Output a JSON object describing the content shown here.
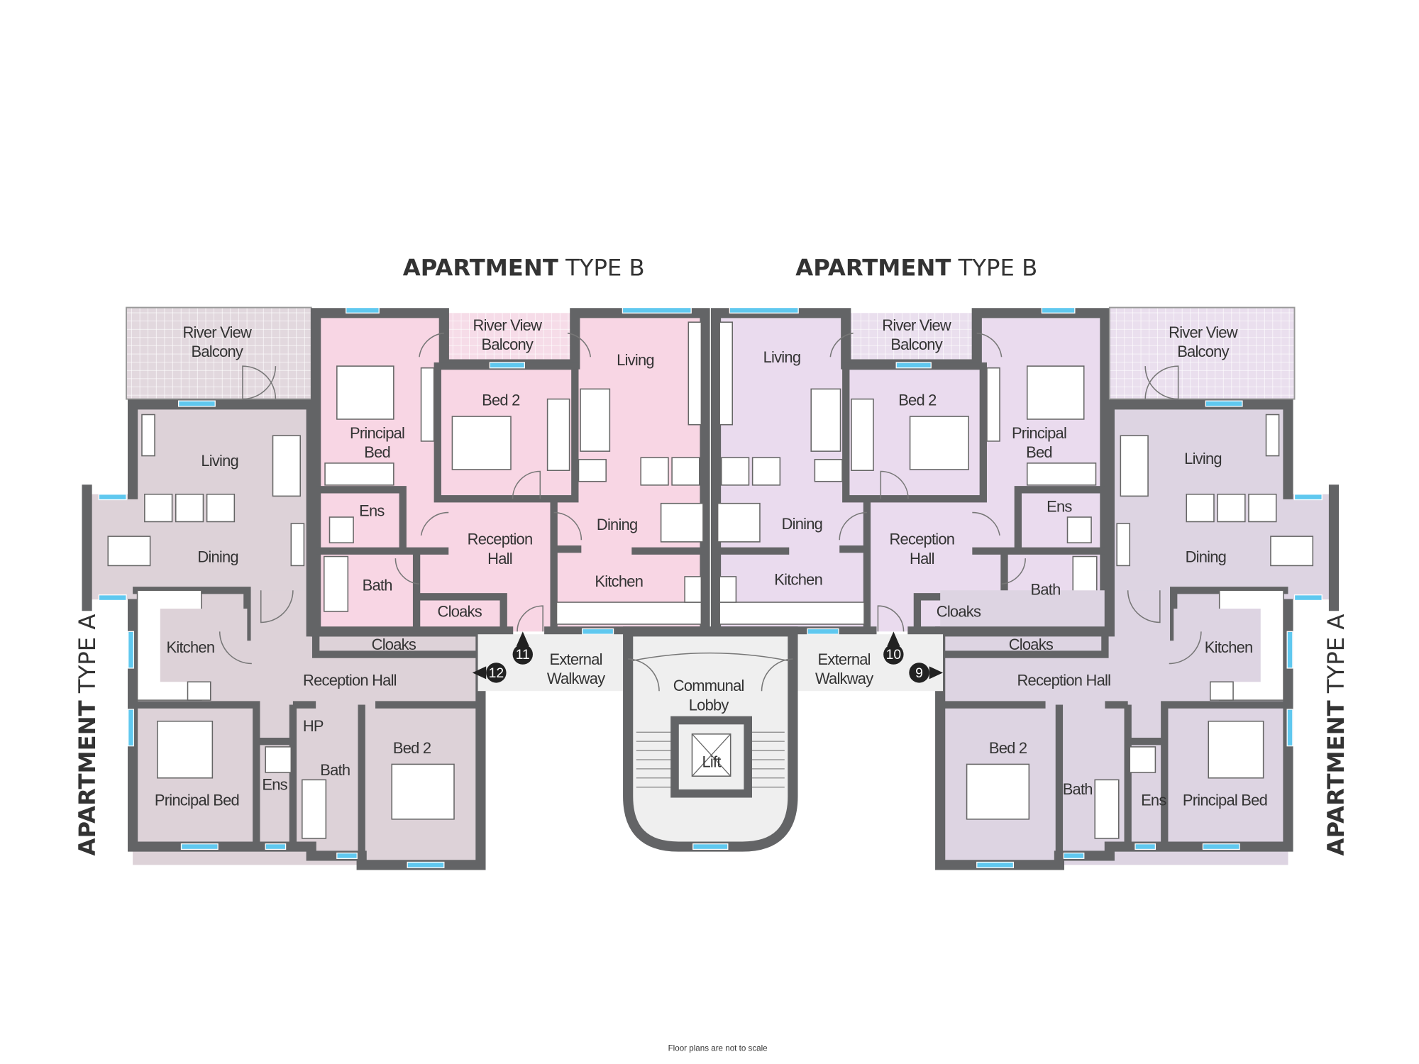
{
  "titles": {
    "type_b_left": {
      "bold": "APARTMENT",
      "rest": " TYPE B"
    },
    "type_b_right": {
      "bold": "APARTMENT",
      "rest": " TYPE B"
    },
    "type_a_left": {
      "bold": "APARTMENT",
      "rest": " TYPE A"
    },
    "type_a_right": {
      "bold": "APARTMENT",
      "rest": " TYPE A"
    }
  },
  "colors": {
    "type_a_left": "#ddd2d8",
    "type_b_left": "#f8d6e4",
    "type_b_right": "#eadbee",
    "type_a_right": "#ddd4e2",
    "wall": "#636466",
    "window": "#5fc8ef",
    "common": "#efefef"
  },
  "left_type_a": {
    "balcony": [
      "River View",
      "Balcony"
    ],
    "living": "Living",
    "dining": "Dining",
    "kitchen": "Kitchen",
    "reception": "Reception Hall",
    "cloaks": "Cloaks",
    "hp": "HP",
    "bath": "Bath",
    "ens": "Ens",
    "principal": "Principal Bed",
    "bed2": "Bed 2"
  },
  "left_type_b": {
    "balcony": [
      "River View",
      "Balcony"
    ],
    "living": "Living",
    "bed2": "Bed 2",
    "principal": [
      "Principal",
      "Bed"
    ],
    "ens": "Ens",
    "reception": [
      "Reception",
      "Hall"
    ],
    "dining": "Dining",
    "bath": "Bath",
    "cloaks": "Cloaks",
    "kitchen": "Kitchen"
  },
  "right_type_b": {
    "balcony": [
      "River View",
      "Balcony"
    ],
    "living": "Living",
    "bed2": "Bed 2",
    "principal": [
      "Principal",
      "Bed"
    ],
    "ens": "Ens",
    "reception": [
      "Reception",
      "Hall"
    ],
    "dining": "Dining",
    "bath": "Bath",
    "cloaks": "Cloaks",
    "kitchen": "Kitchen"
  },
  "right_type_a": {
    "balcony": [
      "River View",
      "Balcony"
    ],
    "living": "Living",
    "dining": "Dining",
    "kitchen": "Kitchen",
    "reception": "Reception Hall",
    "cloaks": "Cloaks",
    "bath": "Bath",
    "ens": "Ens",
    "principal": "Principal Bed",
    "bed2": "Bed 2"
  },
  "common": {
    "walkway_left": [
      "External",
      "Walkway"
    ],
    "walkway_right": [
      "External",
      "Walkway"
    ],
    "lobby": [
      "Communal",
      "Lobby"
    ],
    "lift": "Lift"
  },
  "markers": {
    "m12": "12",
    "m11": "11",
    "m10": "10",
    "m9": "9"
  },
  "footer": {
    "note": "Floor plans are not to scale"
  }
}
